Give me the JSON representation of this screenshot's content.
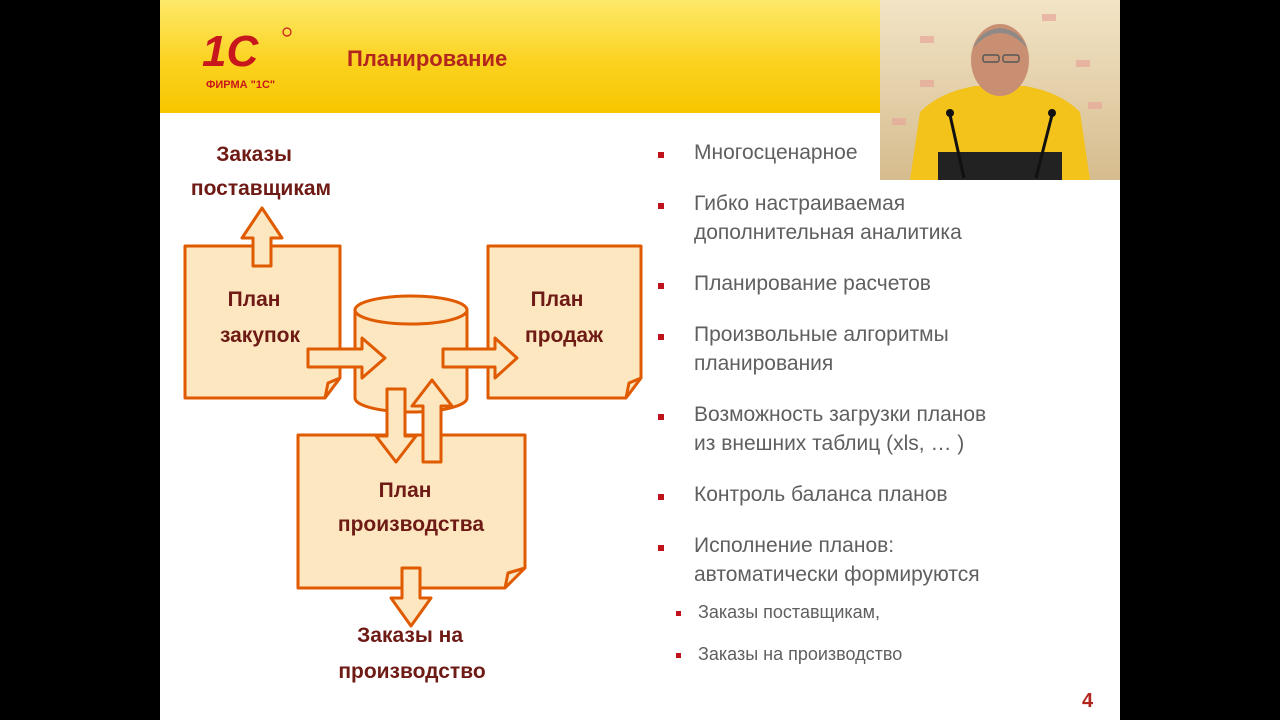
{
  "slide": {
    "title": "Планирование",
    "logo_text": "1С",
    "logo_subtext": "ФИРМА \"1С\"",
    "page_number": "4"
  },
  "diagram": {
    "orders_suppliers": [
      "Заказы",
      "поставщикам"
    ],
    "plan_purchases": [
      "План",
      "закупок"
    ],
    "plan_sales": [
      "План",
      "продаж"
    ],
    "plan_production": [
      "План",
      "производства"
    ],
    "orders_production": [
      "Заказы на",
      "производство"
    ]
  },
  "bullets": [
    "Многосценарное",
    "Гибко настраиваемая\nдополнительная аналитика",
    "Планирование расчетов",
    "Произвольные алгоритмы\nпланирования",
    "Возможность загрузки планов\nиз внешних таблиц (xls, … )",
    "Контроль баланса планов",
    "Исполнение планов:\nавтоматически формируются"
  ],
  "sub_bullets": [
    "Заказы поставщикам,",
    "Заказы на производство"
  ],
  "colors": {
    "header_yellow": "#fbd21f",
    "accent_red": "#c0121b",
    "title_red": "#b3261e",
    "diagram_fill": "#fde7c0",
    "diagram_stroke": "#e05a00",
    "diagram_text": "#6e1a15"
  }
}
